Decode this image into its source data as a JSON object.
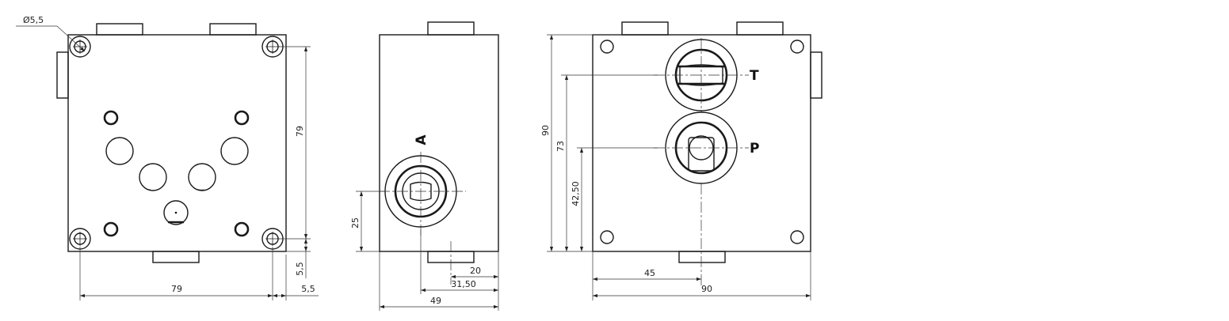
{
  "views": {
    "left": {
      "hole_diameter": "Ø5,5",
      "dim_height": "79",
      "dim_offset_v": "5,5",
      "dim_width": "79",
      "dim_offset_h": "5,5"
    },
    "middle": {
      "port_label": "A",
      "dim_port_height": "25",
      "dim_20": "20",
      "dim_31_50": "31,50",
      "dim_width": "49"
    },
    "right": {
      "port_t": "T",
      "port_p": "P",
      "dim_total_height": "90",
      "dim_t_height": "73",
      "dim_p_height": "42,50",
      "dim_center": "45",
      "dim_width": "90"
    }
  },
  "colors": {
    "line": "#1a1a1a",
    "background": "#ffffff"
  }
}
